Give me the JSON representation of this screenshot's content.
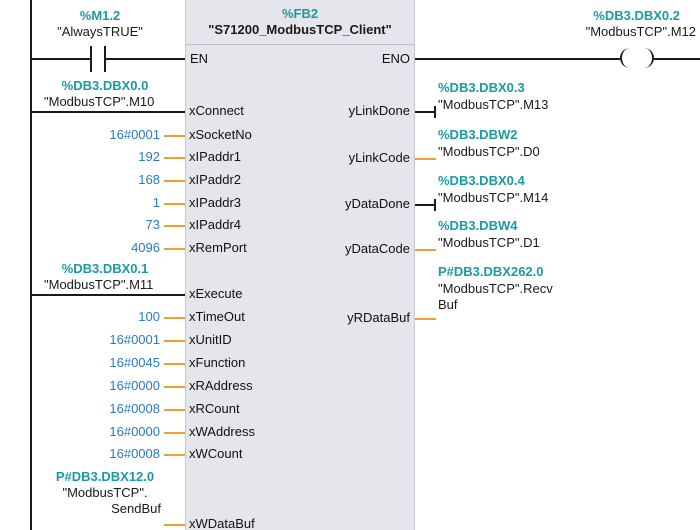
{
  "block": {
    "address": "%FB2",
    "name": "\"S71200_ModbusTCP_Client\"",
    "en": "EN",
    "eno": "ENO"
  },
  "contact": {
    "address": "%M1.2",
    "tag": "\"AlwaysTRUE\""
  },
  "coil": {
    "address": "%DB3.DBX0.2",
    "tag": "\"ModbusTCP\".M12"
  },
  "inputs": [
    {
      "pin": "xConnect",
      "address": "%DB3.DBX0.0",
      "value": "\"ModbusTCP\".M10",
      "kind": "bool"
    },
    {
      "pin": "xSocketNo",
      "value": "16#0001",
      "kind": "const"
    },
    {
      "pin": "xIPaddr1",
      "value": "192",
      "kind": "const"
    },
    {
      "pin": "xIPaddr2",
      "value": "168",
      "kind": "const"
    },
    {
      "pin": "xIPaddr3",
      "value": "1",
      "kind": "const"
    },
    {
      "pin": "xIPaddr4",
      "value": "73",
      "kind": "const"
    },
    {
      "pin": "xRemPort",
      "value": "4096",
      "kind": "const"
    },
    {
      "pin": "xExecute",
      "address": "%DB3.DBX0.1",
      "value": "\"ModbusTCP\".M11",
      "kind": "bool"
    },
    {
      "pin": "xTimeOut",
      "value": "100",
      "kind": "const"
    },
    {
      "pin": "xUnitID",
      "value": "16#0001",
      "kind": "const"
    },
    {
      "pin": "xFunction",
      "value": "16#0045",
      "kind": "const"
    },
    {
      "pin": "xRAddress",
      "value": "16#0000",
      "kind": "const"
    },
    {
      "pin": "xRCount",
      "value": "16#0008",
      "kind": "const"
    },
    {
      "pin": "xWAddress",
      "value": "16#0000",
      "kind": "const"
    },
    {
      "pin": "xWCount",
      "value": "16#0008",
      "kind": "const"
    },
    {
      "pin": "xWDataBuf",
      "address": "P#DB3.DBX12.0",
      "value_line1": "\"ModbusTCP\".",
      "value_line2": "SendBuf",
      "kind": "any"
    }
  ],
  "outputs": [
    {
      "pin": "yLinkDone",
      "address": "%DB3.DBX0.3",
      "value": "\"ModbusTCP\".M13",
      "kind": "bool"
    },
    {
      "pin": "yLinkCode",
      "address": "%DB3.DBW2",
      "value": "\"ModbusTCP\".D0",
      "kind": "word"
    },
    {
      "pin": "yDataDone",
      "address": "%DB3.DBX0.4",
      "value": "\"ModbusTCP\".M14",
      "kind": "bool"
    },
    {
      "pin": "yDataCode",
      "address": "%DB3.DBW4",
      "value": "\"ModbusTCP\".D1",
      "kind": "word"
    },
    {
      "pin": "yRDataBuf",
      "address": "P#DB3.DBX262.0",
      "value_line1": "\"ModbusTCP\".Recv",
      "value_line2": "Buf",
      "kind": "any"
    }
  ],
  "colors": {
    "wire": "#1a1a1a",
    "param_wire": "#f0a030",
    "block_fill": "#e5e5ec",
    "address": "#1a9ba3",
    "constant": "#2b78c8"
  }
}
